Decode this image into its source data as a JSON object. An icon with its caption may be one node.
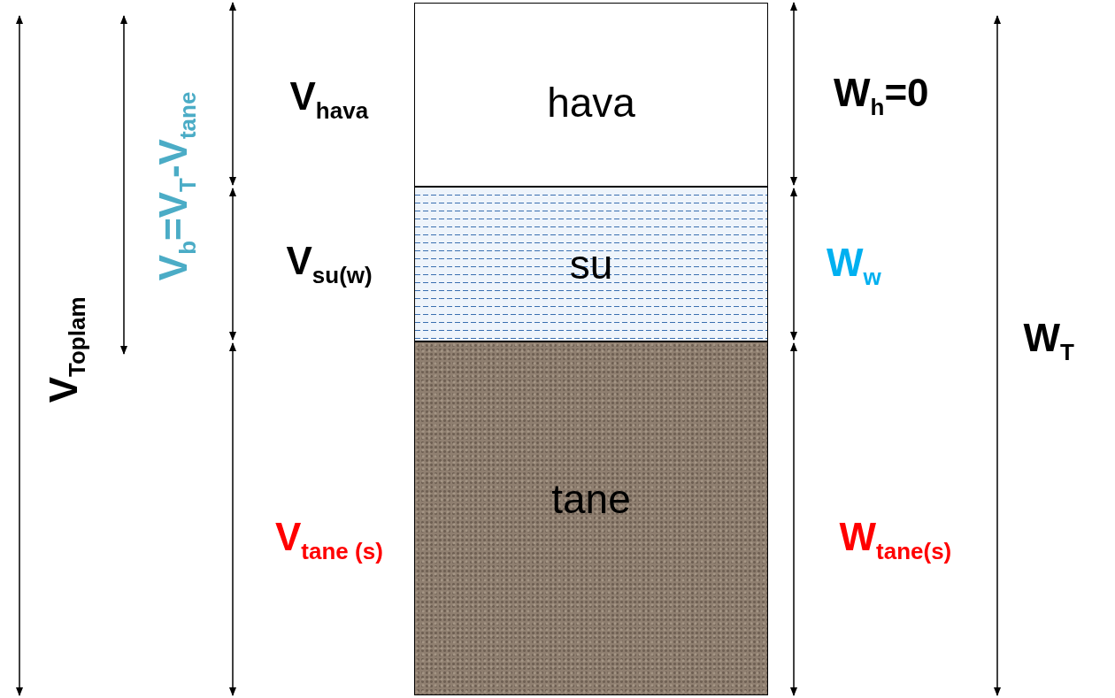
{
  "diagram": {
    "nodes": [
      {
        "text": [
          "hava"
        ]
      },
      {
        "text": [
          "su"
        ]
      },
      {
        "text": [
          "tane"
        ]
      }
    ],
    "labels": [
      "V$_{Toplam}$",
      "V$_{b}$=V$_{T}$-V$_{tane}$",
      "V$_{hava}$",
      "V$_{su(w)}$",
      "V$_{tane (s)}$",
      "W$_{h}$=0",
      "W$_{w}$",
      "W$_{T}$",
      "W$_{tane(s)}$"
    ]
  }
}
